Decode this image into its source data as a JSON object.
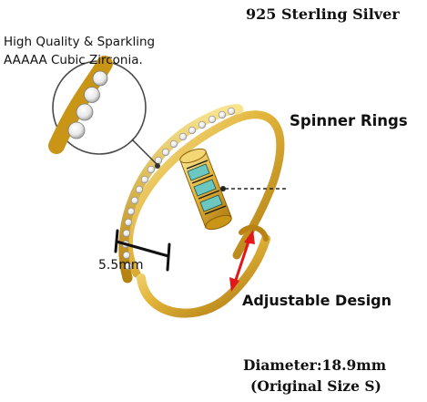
{
  "labels": {
    "material": "925 Sterling Silver",
    "quality_line1": "High Quality & Sparkling",
    "quality_line2": "AAAAA Cubic Zirconia.",
    "spinner": "Spinner Rings",
    "width": "5.5mm",
    "adjustable": "Adjustable Design",
    "diameter": "Diameter:18.9mm",
    "size": "(Original Size S)"
  },
  "colors": {
    "gold_light": "#f6e08a",
    "gold": "#d9a924",
    "gold_dark": "#9a6a08",
    "turquoise": "#6cc7c0",
    "arrow_red": "#e01818",
    "text": "#111111"
  }
}
